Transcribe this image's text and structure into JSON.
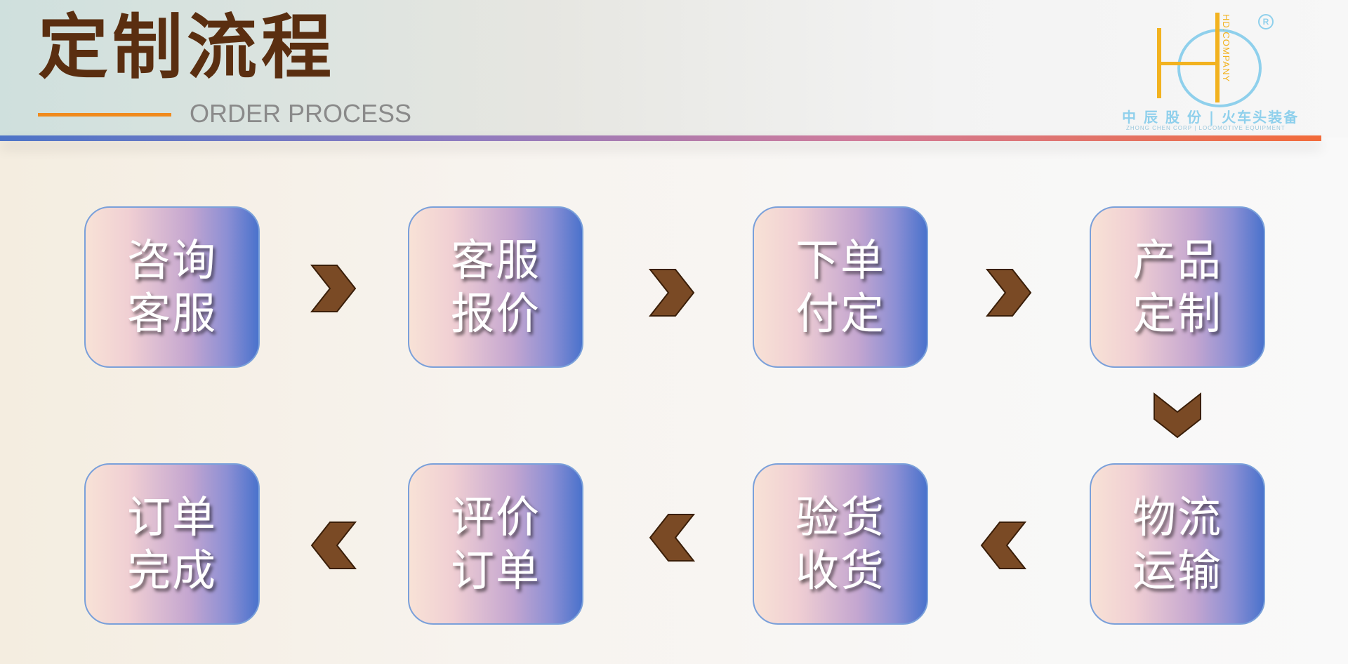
{
  "header": {
    "title": "定制流程",
    "subtitle": "ORDER PROCESS"
  },
  "logo": {
    "vertical_text": "HD.COMPANY",
    "registered": "R",
    "cn_text": "中 辰 股 份 | 火车头装备",
    "en_text": "ZHONG CHEN CORP   |   LOCOMOTIVE EQUIPMENT"
  },
  "steps": [
    {
      "label": "咨询客服"
    },
    {
      "label": "客服报价"
    },
    {
      "label": "下单付定"
    },
    {
      "label": "产品定制"
    },
    {
      "label": "物流运输"
    },
    {
      "label": "验货收货"
    },
    {
      "label": "评价订单"
    },
    {
      "label": "订单完成"
    }
  ],
  "colors": {
    "title": "#5a2e10",
    "accent_orange": "#f08a1c",
    "arrow_fill": "#7a4a25",
    "box_border": "#7aa0da"
  }
}
